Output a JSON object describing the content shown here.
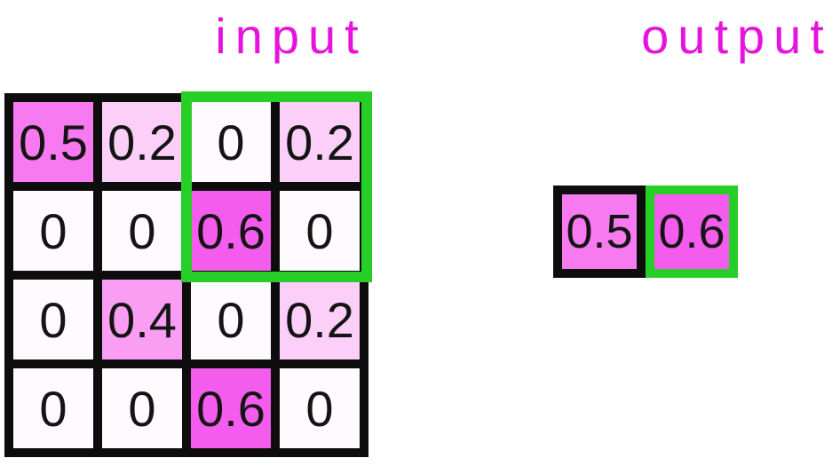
{
  "titles": {
    "input": "input",
    "output": "output"
  },
  "colors": {
    "title_text": "#E713DC",
    "grid_line": "#0D0D0D",
    "number_text": "#141414",
    "highlight_green": "#27CE27",
    "value_colors": {
      "0": "#FEFAFE",
      "0.2": "#FBCFF8",
      "0.4": "#F99EF3",
      "0.5": "#F77AF0",
      "0.6": "#F45CEE"
    }
  },
  "input_grid": {
    "rows": [
      [
        "0.5",
        "0.2",
        "0",
        "0.2"
      ],
      [
        "0",
        "0",
        "0.6",
        "0"
      ],
      [
        "0",
        "0.4",
        "0",
        "0.2"
      ],
      [
        "0",
        "0",
        "0.6",
        "0"
      ]
    ],
    "highlight_window": "rows 1-2, columns 3-4"
  },
  "output_grid": {
    "cells": [
      "0.5",
      "0.6"
    ],
    "highlighted_cell_index": 1
  }
}
